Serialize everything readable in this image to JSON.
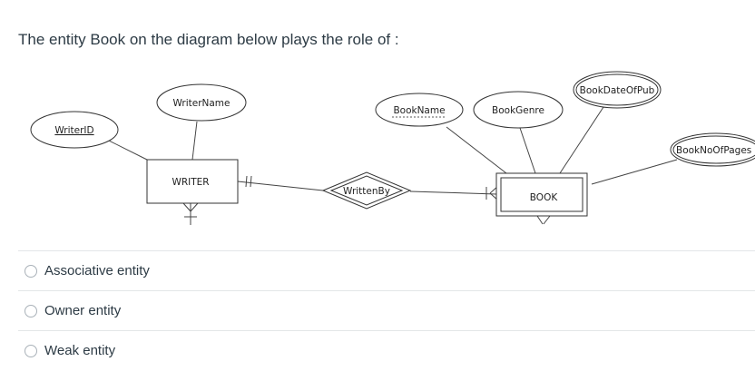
{
  "question": {
    "text": "The entity Book on the diagram below plays the role of :"
  },
  "diagram": {
    "attributes": {
      "writer_id": "WriterID",
      "writer_name": "WriterName",
      "book_name": "BookName",
      "book_genre": "BookGenre",
      "book_date_of_pub": "BookDateOfPub",
      "book_no_of_pages": "BookNoOfPages"
    },
    "entities": {
      "writer": "WRITER",
      "book": "BOOK"
    },
    "relationship": "WrittenBy"
  },
  "answers": [
    {
      "label": "Associative entity"
    },
    {
      "label": "Owner entity"
    },
    {
      "label": "Weak entity"
    }
  ]
}
